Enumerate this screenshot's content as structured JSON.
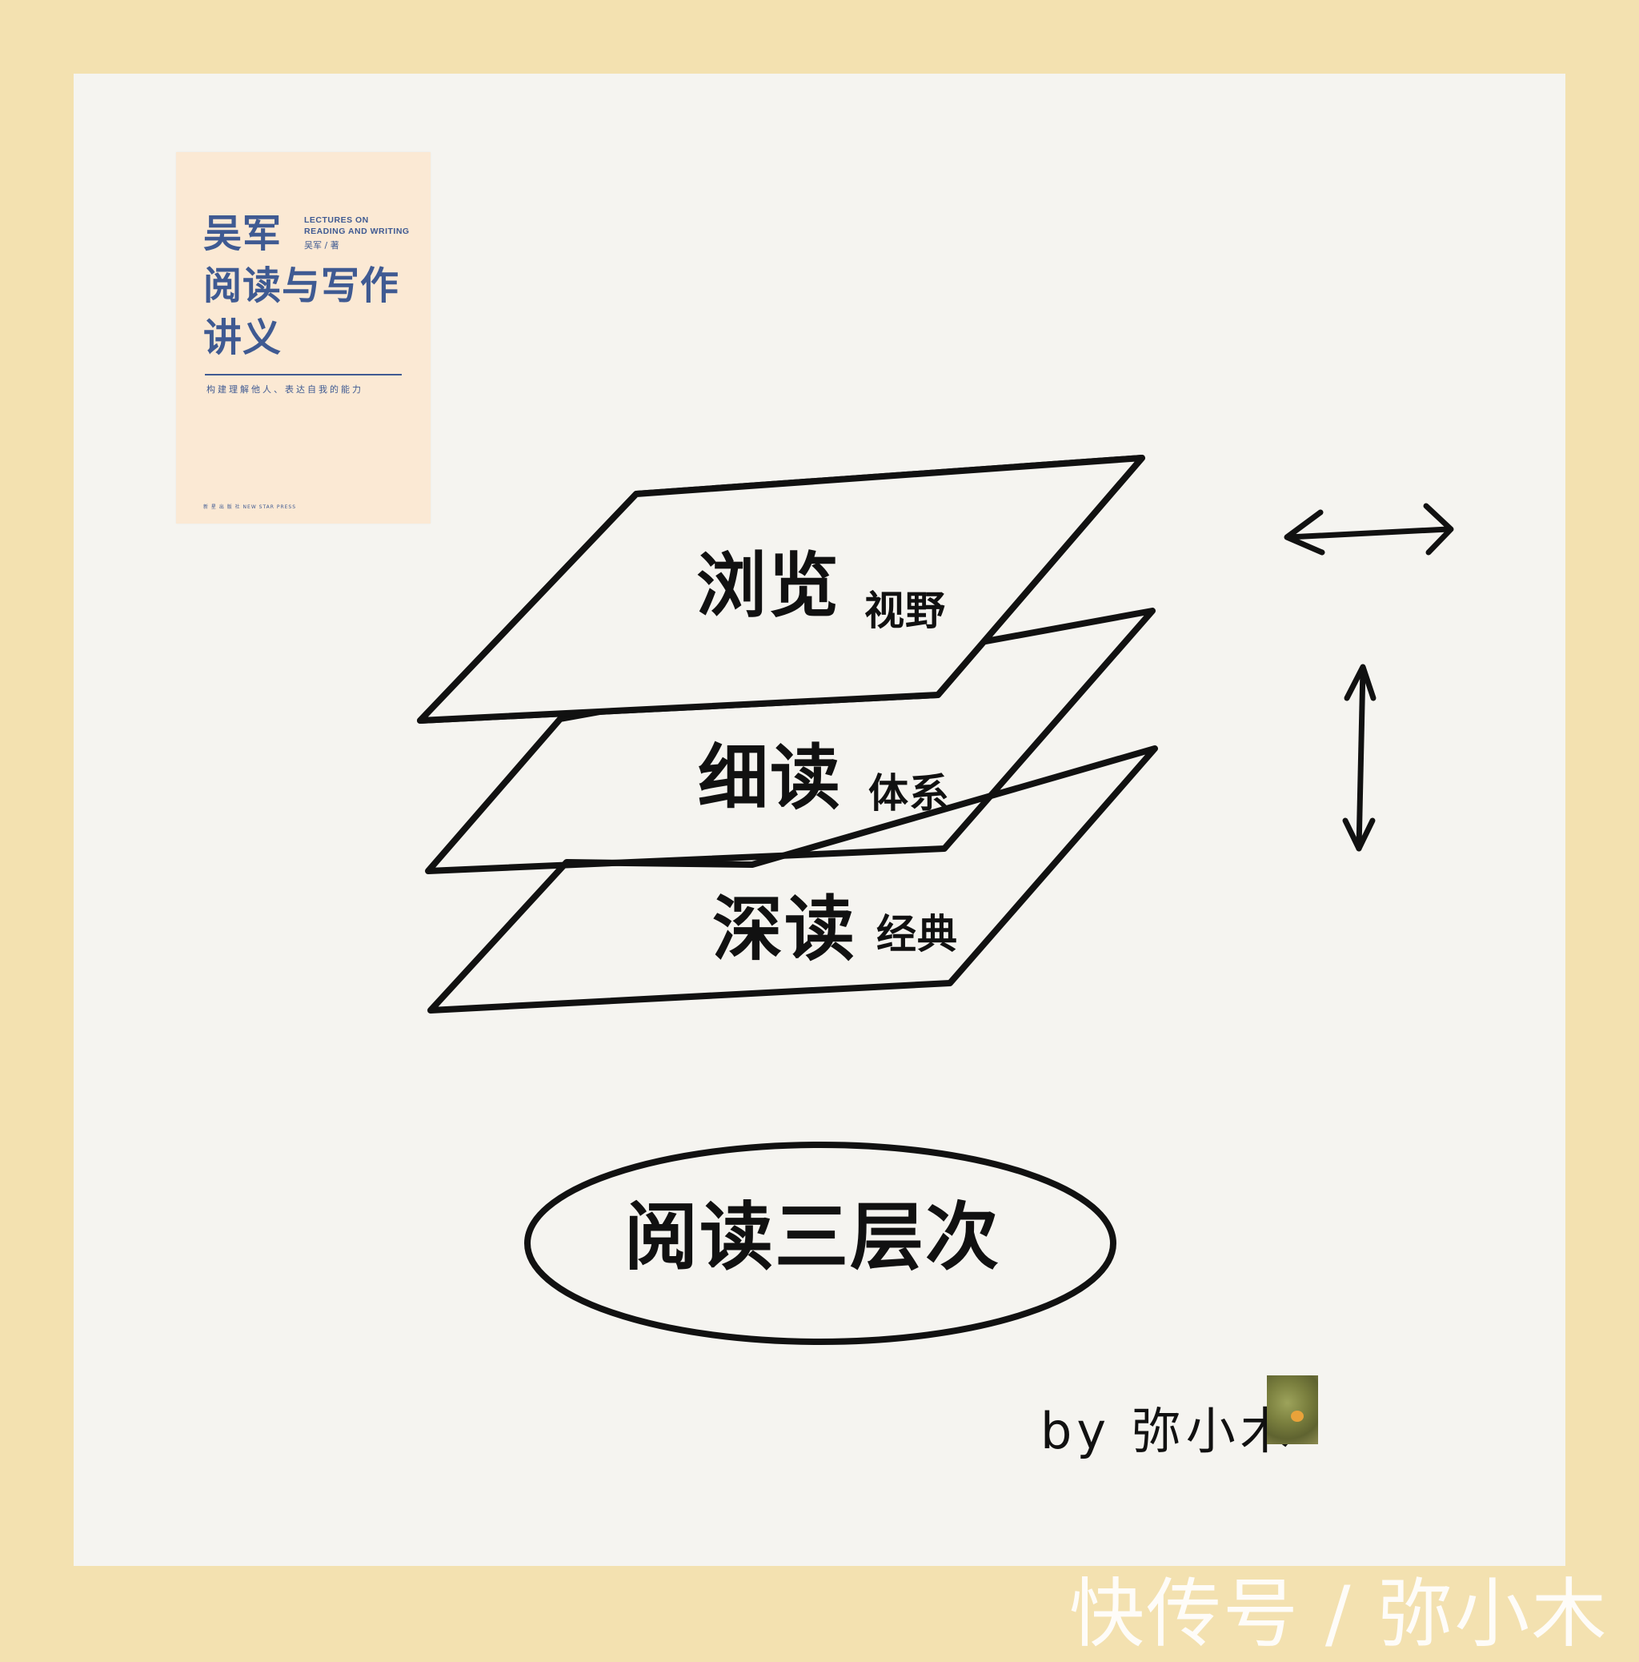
{
  "book": {
    "title_line1": "吴军",
    "title_line2": "阅读与写作",
    "title_line3": "讲义",
    "english_title_line1": "LECTURES ON",
    "english_title_line2": "READING AND WRITING",
    "author": "吴军 / 著",
    "subtitle": "构建理解他人、表达自我的能力",
    "publisher": "新 星 出 版 社  NEW STAR PRESS"
  },
  "layers": [
    {
      "title": "浏览",
      "subtitle": "视野"
    },
    {
      "title": "细读",
      "subtitle": "体系"
    },
    {
      "title": "深读",
      "subtitle": "经典"
    }
  ],
  "center_title": "阅读三层次",
  "signature": "by 弥小木",
  "watermark": "快传号 / 弥小木",
  "colors": {
    "border": "#F3E1B0",
    "background": "#F5F4F0",
    "book_cover": "#FBE9D4",
    "book_text": "#3F5A92",
    "ink": "#111111"
  },
  "icons": {
    "horizontal_arrow": "double-arrow-horizontal-icon",
    "vertical_arrow": "double-arrow-vertical-icon",
    "avatar": "avatar-photo"
  }
}
